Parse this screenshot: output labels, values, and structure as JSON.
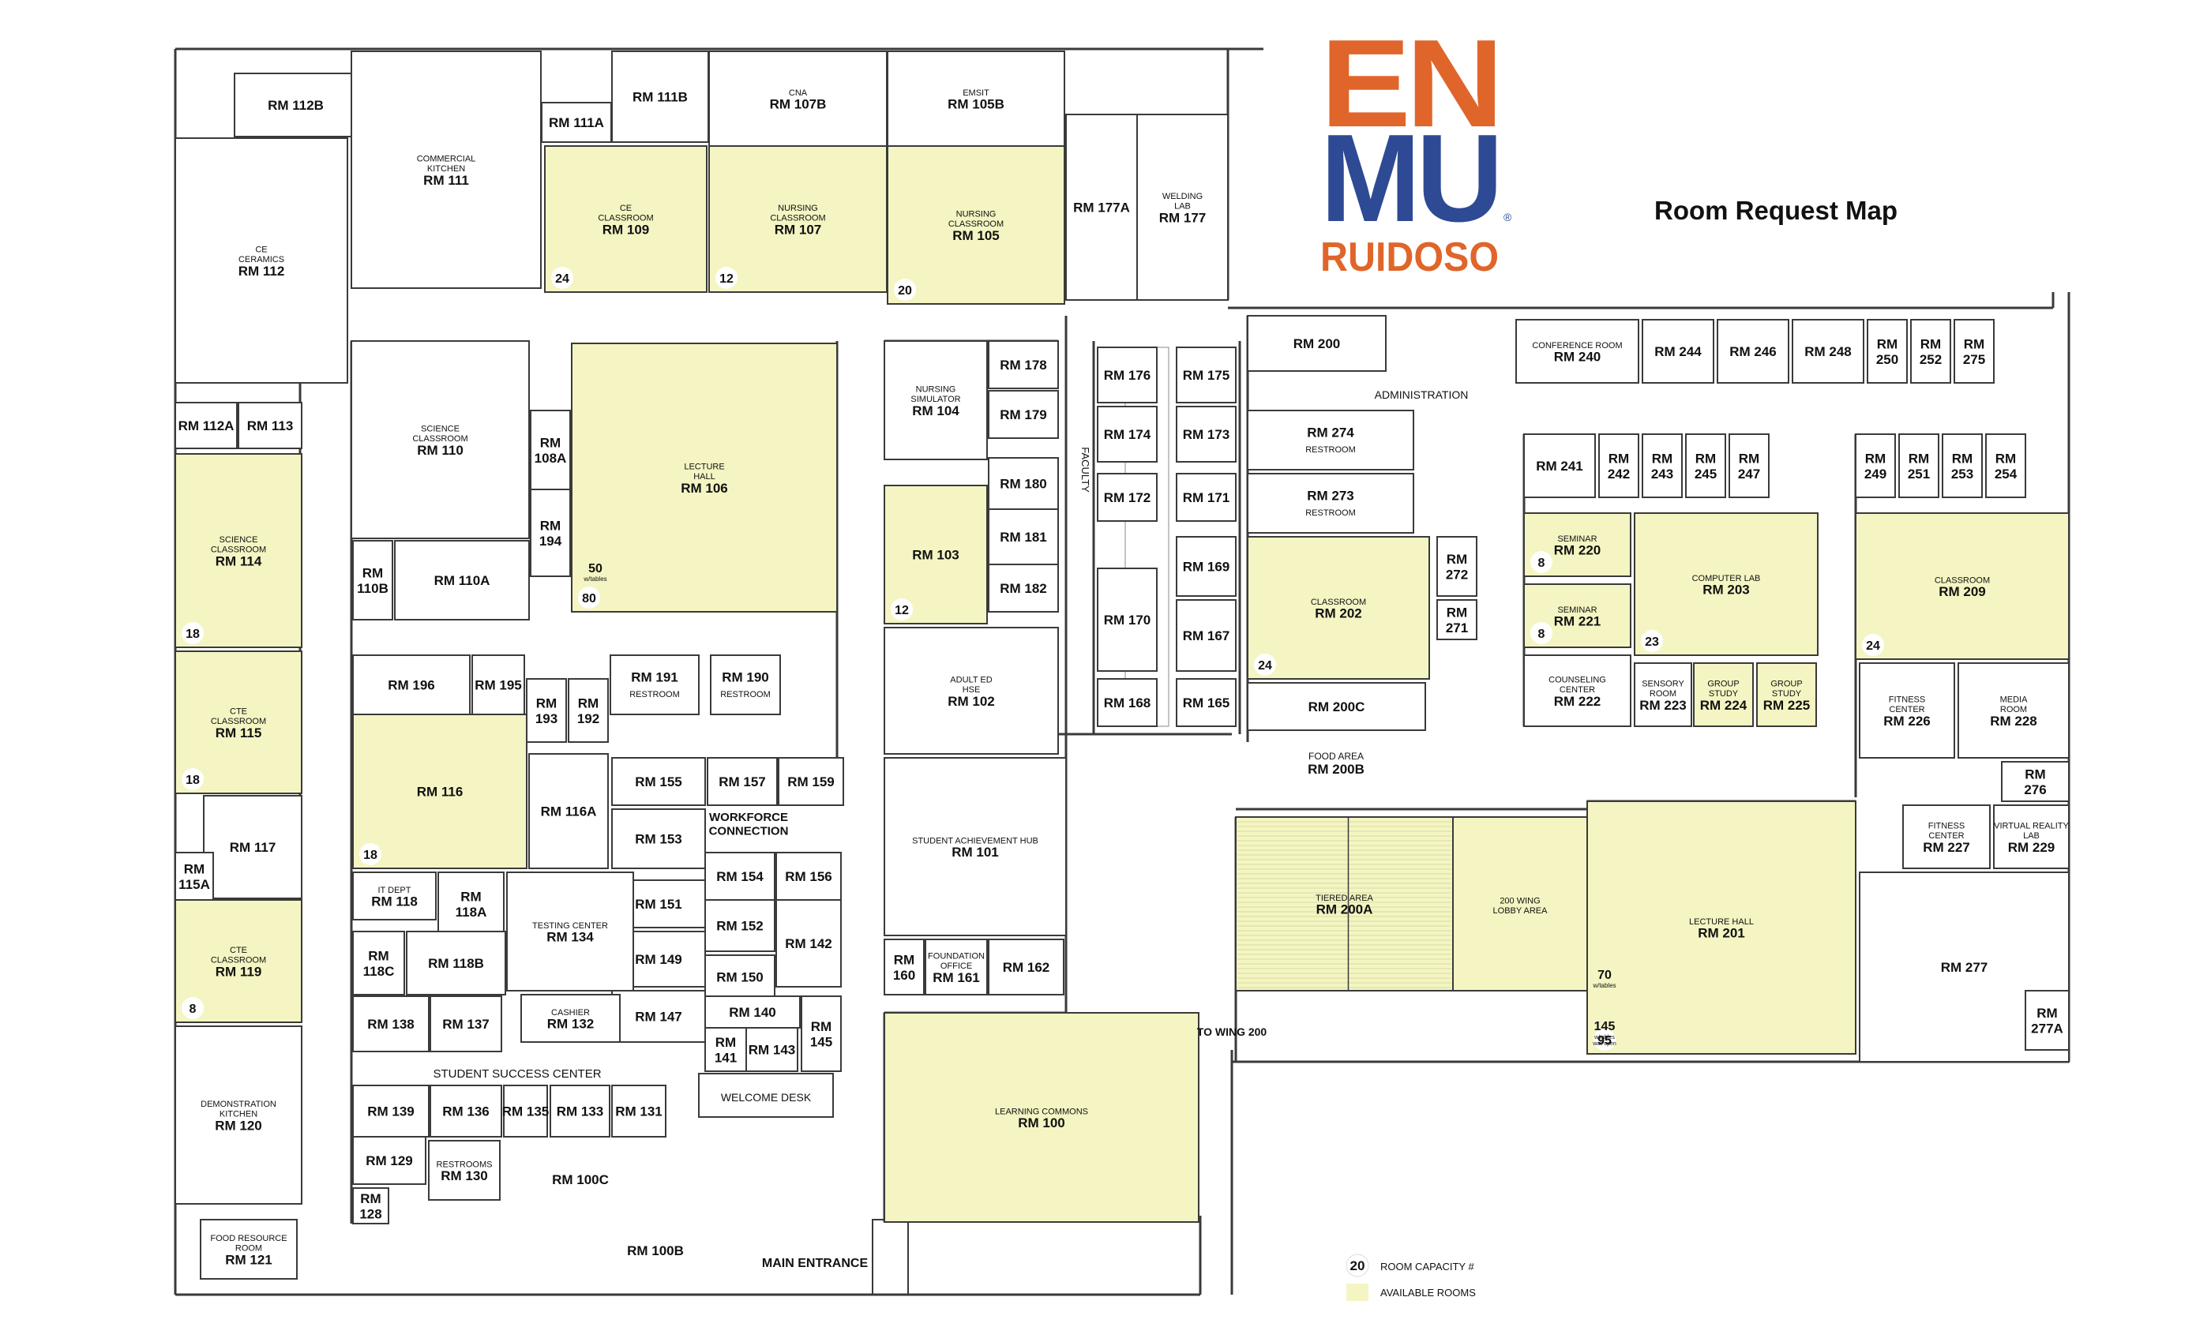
{
  "colors": {
    "available": "#F4F5C2",
    "wall": "#3a3a3a",
    "logo_orange": "#E0652A",
    "logo_blue": "#2E4A94"
  },
  "logo": {
    "letters_top": "EN",
    "letters_bottom": "MU",
    "subtitle": "RUIDOSO",
    "registered": "®"
  },
  "title": "Room Request Map",
  "legend": {
    "capacity_sample": "20",
    "capacity_label": "ROOM CAPACITY #",
    "available_label": "AVAILABLE ROOMS"
  },
  "rooms": [
    {
      "id": "rm112b",
      "label": "RM 112B",
      "sub": "",
      "available": false
    },
    {
      "id": "rm112",
      "label": "RM 112",
      "sub": "CE\nCERAMICS",
      "available": false
    },
    {
      "id": "rm111",
      "label": "RM 111",
      "sub": "COMMERCIAL\nKITCHEN",
      "available": false
    },
    {
      "id": "rm111a",
      "label": "RM 111A",
      "sub": "",
      "available": false
    },
    {
      "id": "rm111b",
      "label": "RM 111B",
      "sub": "",
      "available": false
    },
    {
      "id": "rm107b",
      "label": "RM 107B",
      "sub": "CNA",
      "available": false
    },
    {
      "id": "rm105b",
      "label": "RM 105B",
      "sub": "EMSIT",
      "available": false
    },
    {
      "id": "rm109",
      "label": "RM 109",
      "sub": "CE\nCLASSROOM",
      "available": true,
      "capacity": "24"
    },
    {
      "id": "rm107",
      "label": "RM 107",
      "sub": "NURSING\nCLASSROOM",
      "available": true,
      "capacity": "12"
    },
    {
      "id": "rm105",
      "label": "RM 105",
      "sub": "NURSING\nCLASSROOM",
      "available": true,
      "capacity": "20"
    },
    {
      "id": "rm177a",
      "label": "RM 177A",
      "sub": "",
      "available": false
    },
    {
      "id": "rm177",
      "label": "RM 177",
      "sub": "WELDING\nLAB",
      "available": false
    },
    {
      "id": "rm112a",
      "label": "RM 112A",
      "sub": "",
      "available": false
    },
    {
      "id": "rm113",
      "label": "RM 113",
      "sub": "",
      "available": false
    },
    {
      "id": "rm110",
      "label": "RM 110",
      "sub": "SCIENCE\nCLASSROOM",
      "available": false
    },
    {
      "id": "rm108a",
      "label": "RM\n108A",
      "sub": "",
      "available": false
    },
    {
      "id": "rm194",
      "label": "RM\n194",
      "sub": "",
      "available": false
    },
    {
      "id": "rm110b",
      "label": "RM\n110B",
      "sub": "",
      "available": false
    },
    {
      "id": "rm110a",
      "label": "RM 110A",
      "sub": "",
      "available": false
    },
    {
      "id": "rm106",
      "label": "RM 106",
      "sub": "LECTURE\nHALL",
      "available": true,
      "capacity": "80",
      "capacity_alt": "50",
      "capacity_alt_note": "w/tables"
    },
    {
      "id": "rm114",
      "label": "RM 114",
      "sub": "SCIENCE\nCLASSROOM",
      "available": true,
      "capacity": "18"
    },
    {
      "id": "rm115",
      "label": "RM 115",
      "sub": "CTE\nCLASSROOM",
      "available": true,
      "capacity": "18"
    },
    {
      "id": "rm117",
      "label": "RM 117",
      "sub": "",
      "available": false
    },
    {
      "id": "rm115a",
      "label": "RM\n115A",
      "sub": "",
      "available": false
    },
    {
      "id": "rm119",
      "label": "RM 119",
      "sub": "CTE\nCLASSROOM",
      "available": true,
      "capacity": "8"
    },
    {
      "id": "rm120",
      "label": "RM 120",
      "sub": "DEMONSTRATION\nKITCHEN",
      "available": false
    },
    {
      "id": "rm121",
      "label": "RM 121",
      "sub": "FOOD RESOURCE\nROOM",
      "available": false
    },
    {
      "id": "rm196",
      "label": "RM 196",
      "sub": "",
      "available": false
    },
    {
      "id": "rm195",
      "label": "RM 195",
      "sub": "",
      "available": false
    },
    {
      "id": "rm193",
      "label": "RM\n193",
      "sub": "",
      "available": false
    },
    {
      "id": "rm192",
      "label": "RM\n192",
      "sub": "",
      "available": false
    },
    {
      "id": "rm191",
      "label": "RM 191",
      "sub": "RESTROOM",
      "sub_below": true,
      "available": false
    },
    {
      "id": "rm190",
      "label": "RM 190",
      "sub": "RESTROOM",
      "sub_below": true,
      "available": false
    },
    {
      "id": "rm116",
      "label": "RM 116",
      "sub": "",
      "available": true,
      "capacity": "18"
    },
    {
      "id": "rm116a",
      "label": "RM 116A",
      "sub": "",
      "available": false
    },
    {
      "id": "rm155",
      "label": "RM 155",
      "sub": "",
      "available": false
    },
    {
      "id": "rm157",
      "label": "RM 157",
      "sub": "",
      "available": false
    },
    {
      "id": "rm159",
      "label": "RM 159",
      "sub": "",
      "available": false
    },
    {
      "id": "rm153",
      "label": "RM 153",
      "sub": "",
      "available": false
    },
    {
      "id": "rm154",
      "label": "RM 154",
      "sub": "",
      "available": false
    },
    {
      "id": "rm156",
      "label": "RM 156",
      "sub": "",
      "available": false
    },
    {
      "id": "rm151",
      "label": "RM 151",
      "sub": "",
      "available": false
    },
    {
      "id": "rm152",
      "label": "RM 152",
      "sub": "",
      "available": false
    },
    {
      "id": "rm142",
      "label": "RM 142",
      "sub": "",
      "available": false
    },
    {
      "id": "rm149",
      "label": "RM 149",
      "sub": "",
      "available": false
    },
    {
      "id": "rm150",
      "label": "RM 150",
      "sub": "",
      "available": false
    },
    {
      "id": "rm147",
      "label": "RM 147",
      "sub": "",
      "available": false
    },
    {
      "id": "rm140",
      "label": "RM 140",
      "sub": "",
      "available": false
    },
    {
      "id": "rm141",
      "label": "RM\n141",
      "sub": "",
      "available": false
    },
    {
      "id": "rm143",
      "label": "RM 143",
      "sub": "",
      "available": false
    },
    {
      "id": "rm145",
      "label": "RM\n145",
      "sub": "",
      "available": false
    },
    {
      "id": "rm118",
      "label": "RM 118",
      "sub": "IT DEPT",
      "available": false
    },
    {
      "id": "rm118a",
      "label": "RM\n118A",
      "sub": "",
      "available": false
    },
    {
      "id": "rm118c",
      "label": "RM\n118C",
      "sub": "",
      "available": false
    },
    {
      "id": "rm118b",
      "label": "RM 118B",
      "sub": "",
      "available": false
    },
    {
      "id": "rm134",
      "label": "RM 134",
      "sub": "TESTING CENTER",
      "available": false
    },
    {
      "id": "rm132",
      "label": "RM 132",
      "sub": "CASHIER",
      "available": false
    },
    {
      "id": "rm138",
      "label": "RM 138",
      "sub": "",
      "available": false
    },
    {
      "id": "rm136",
      "label": "RM 136",
      "sub": "",
      "available": false
    },
    {
      "id": "rm139",
      "label": "RM 139",
      "sub": "",
      "available": false
    },
    {
      "id": "rm137",
      "label": "RM 137",
      "sub": "",
      "available": false
    },
    {
      "id": "rm135",
      "label": "RM 135",
      "sub": "",
      "available": false
    },
    {
      "id": "rm133",
      "label": "RM 133",
      "sub": "",
      "available": false
    },
    {
      "id": "rm131",
      "label": "RM 131",
      "sub": "",
      "available": false
    },
    {
      "id": "rm129",
      "label": "RM 129",
      "sub": "",
      "available": false
    },
    {
      "id": "rm130",
      "label": "RM 130",
      "sub": "RESTROOMS",
      "available": false
    },
    {
      "id": "rm128",
      "label": "RM\n128",
      "sub": "",
      "available": false
    },
    {
      "id": "rm104",
      "label": "RM 104",
      "sub": "NURSING\nSIMULATOR",
      "available": false
    },
    {
      "id": "rm178",
      "label": "RM 178",
      "sub": "",
      "available": false
    },
    {
      "id": "rm179",
      "label": "RM 179",
      "sub": "",
      "available": false
    },
    {
      "id": "rm180",
      "label": "RM 180",
      "sub": "",
      "available": false
    },
    {
      "id": "rm181",
      "label": "RM 181",
      "sub": "",
      "available": false
    },
    {
      "id": "rm182",
      "label": "RM 182",
      "sub": "",
      "available": false
    },
    {
      "id": "rm103",
      "label": "RM 103",
      "sub": "",
      "available": true,
      "capacity": "12"
    },
    {
      "id": "rm102",
      "label": "RM 102",
      "sub": "ADULT ED\nHSE",
      "available": false
    },
    {
      "id": "rm101",
      "label": "RM 101",
      "sub": "STUDENT ACHIEVEMENT HUB",
      "available": false
    },
    {
      "id": "rm160",
      "label": "RM\n160",
      "sub": "",
      "available": false
    },
    {
      "id": "rm161",
      "label": "RM 161",
      "sub": "FOUNDATION\nOFFICE",
      "available": false
    },
    {
      "id": "rm162",
      "label": "RM 162",
      "sub": "",
      "available": false
    },
    {
      "id": "rm176",
      "label": "RM 176",
      "sub": "",
      "available": false
    },
    {
      "id": "rm175",
      "label": "RM 175",
      "sub": "",
      "available": false
    },
    {
      "id": "rm174",
      "label": "RM 174",
      "sub": "",
      "available": false
    },
    {
      "id": "rm173",
      "label": "RM 173",
      "sub": "",
      "available": false
    },
    {
      "id": "rm172",
      "label": "RM 172",
      "sub": "",
      "available": false
    },
    {
      "id": "rm171",
      "label": "RM 171",
      "sub": "",
      "available": false
    },
    {
      "id": "rm169",
      "label": "RM 169",
      "sub": "",
      "available": false
    },
    {
      "id": "rm170",
      "label": "RM 170",
      "sub": "",
      "available": false
    },
    {
      "id": "rm167",
      "label": "RM 167",
      "sub": "",
      "available": false
    },
    {
      "id": "rm168",
      "label": "RM 168",
      "sub": "",
      "available": false
    },
    {
      "id": "rm165",
      "label": "RM 165",
      "sub": "",
      "available": false
    },
    {
      "id": "rm100",
      "label": "RM 100",
      "sub": "LEARNING COMMONS",
      "available": true
    },
    {
      "id": "rm200",
      "label": "RM 200",
      "sub": "",
      "available": false
    },
    {
      "id": "rm240",
      "label": "RM 240",
      "sub": "CONFERENCE ROOM",
      "available": false
    },
    {
      "id": "rm244",
      "label": "RM 244",
      "sub": "",
      "available": false
    },
    {
      "id": "rm246",
      "label": "RM 246",
      "sub": "",
      "available": false
    },
    {
      "id": "rm248",
      "label": "RM 248",
      "sub": "",
      "available": false
    },
    {
      "id": "rm250",
      "label": "RM\n250",
      "sub": "",
      "available": false
    },
    {
      "id": "rm252",
      "label": "RM\n252",
      "sub": "",
      "available": false
    },
    {
      "id": "rm275",
      "label": "RM\n275",
      "sub": "",
      "available": false
    },
    {
      "id": "rm274",
      "label": "RM 274",
      "sub": "RESTROOM",
      "sub_below": true,
      "available": false
    },
    {
      "id": "rm273",
      "label": "RM 273",
      "sub": "RESTROOM",
      "sub_below": true,
      "available": false
    },
    {
      "id": "rm241",
      "label": "RM 241",
      "sub": "",
      "available": false
    },
    {
      "id": "rm242",
      "label": "RM\n242",
      "sub": "",
      "available": false
    },
    {
      "id": "rm243",
      "label": "RM\n243",
      "sub": "",
      "available": false
    },
    {
      "id": "rm245",
      "label": "RM\n245",
      "sub": "",
      "available": false
    },
    {
      "id": "rm247",
      "label": "RM\n247",
      "sub": "",
      "available": false
    },
    {
      "id": "rm249",
      "label": "RM\n249",
      "sub": "",
      "available": false
    },
    {
      "id": "rm251",
      "label": "RM\n251",
      "sub": "",
      "available": false
    },
    {
      "id": "rm253",
      "label": "RM\n253",
      "sub": "",
      "available": false
    },
    {
      "id": "rm254",
      "label": "RM\n254",
      "sub": "",
      "available": false
    },
    {
      "id": "rm202",
      "label": "RM 202",
      "sub": "CLASSROOM",
      "available": true,
      "capacity": "24"
    },
    {
      "id": "rm272",
      "label": "RM\n272",
      "sub": "",
      "available": false
    },
    {
      "id": "rm271",
      "label": "RM\n271",
      "sub": "",
      "available": false
    },
    {
      "id": "rm220",
      "label": "RM 220",
      "sub": "SEMINAR",
      "available": true,
      "capacity": "8"
    },
    {
      "id": "rm221",
      "label": "RM 221",
      "sub": "SEMINAR",
      "available": true,
      "capacity": "8"
    },
    {
      "id": "rm203",
      "label": "RM 203",
      "sub": "COMPUTER LAB",
      "available": true,
      "capacity": "23"
    },
    {
      "id": "rm209",
      "label": "RM 209",
      "sub": "CLASSROOM",
      "available": true,
      "capacity": "24"
    },
    {
      "id": "rm222",
      "label": "RM 222",
      "sub": "COUNSELING\nCENTER",
      "available": false
    },
    {
      "id": "rm223",
      "label": "RM 223",
      "sub": "SENSORY\nROOM",
      "available": false
    },
    {
      "id": "rm224",
      "label": "RM 224",
      "sub": "GROUP\nSTUDY",
      "available": true
    },
    {
      "id": "rm225",
      "label": "RM 225",
      "sub": "GROUP\nSTUDY",
      "available": true
    },
    {
      "id": "rm226",
      "label": "RM 226",
      "sub": "FITNESS\nCENTER",
      "available": false
    },
    {
      "id": "rm228",
      "label": "RM 228",
      "sub": "MEDIA\nROOM",
      "available": false
    },
    {
      "id": "rm200c",
      "label": "RM 200C",
      "sub": "",
      "available": false
    },
    {
      "id": "rm276",
      "label": "RM\n276",
      "sub": "",
      "available": false
    },
    {
      "id": "rm227",
      "label": "RM 227",
      "sub": "FITNESS\nCENTER",
      "available": false
    },
    {
      "id": "rm229",
      "label": "RM 229",
      "sub": "VIRTUAL REALITY\nLAB",
      "available": false
    },
    {
      "id": "rm200a",
      "label": "RM 200A",
      "sub": "TIERED AREA",
      "available": true
    },
    {
      "id": "lobby200",
      "label": "",
      "sub": "200 WING\nLOBBY AREA",
      "available": true
    },
    {
      "id": "rm201",
      "label": "RM 201",
      "sub": "LECTURE HALL",
      "available": true,
      "capacity": "95",
      "capacity_alt": "70",
      "capacity_alt_note": "w/tables",
      "capacity_alt2": "145",
      "capacity_alt2_note": "w/tables\nwall open"
    },
    {
      "id": "rm277",
      "label": "RM 277",
      "sub": "",
      "available": false
    },
    {
      "id": "rm277a",
      "label": "RM\n277A",
      "sub": "",
      "available": false
    }
  ],
  "areas": [
    {
      "id": "rm100c",
      "label": "RM 100C",
      "sub": ""
    },
    {
      "id": "rm100b",
      "label": "RM 100B",
      "sub": ""
    },
    {
      "id": "rm200b",
      "label": "RM 200B",
      "sub": "FOOD AREA"
    }
  ],
  "annotations": {
    "faculty": "FACULTY",
    "administration": "ADMINISTRATION",
    "workforce": "WORKFORCE\nCONNECTION",
    "student_success": "STUDENT SUCCESS CENTER",
    "welcome_desk": "WELCOME DESK",
    "main_entrance": "MAIN ENTRANCE",
    "to_wing": "TO WING 200"
  }
}
